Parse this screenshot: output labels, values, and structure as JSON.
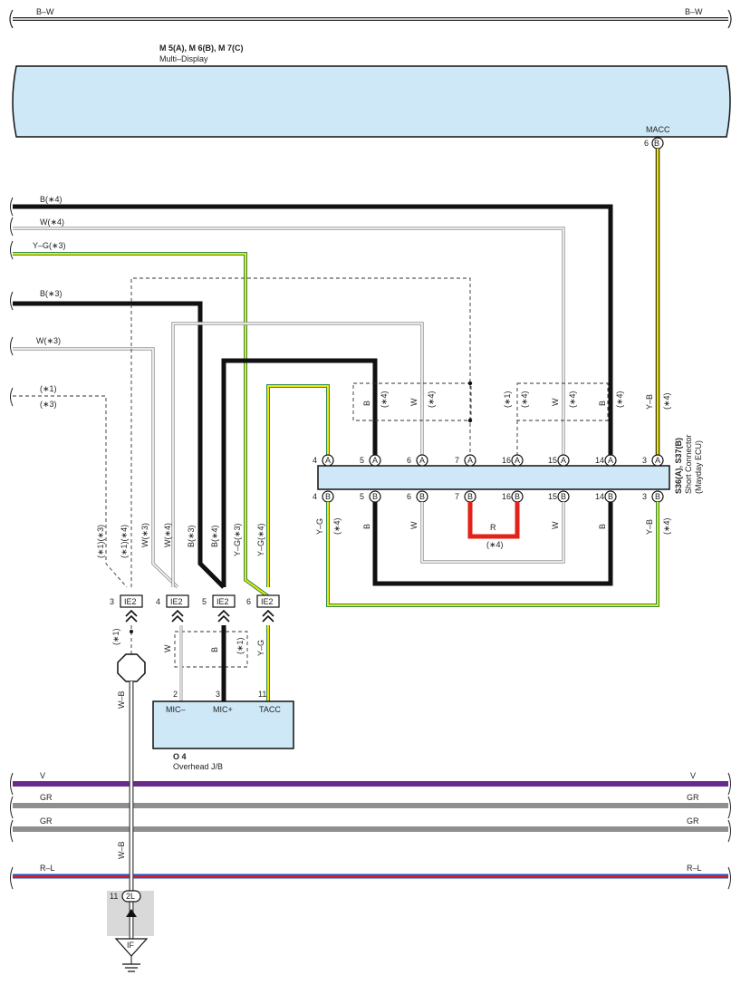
{
  "bus_top": {
    "label": "B–W"
  },
  "multi_display": {
    "code": "M 5(A), M 6(B), M 7(C)",
    "name": "Multi–Display",
    "pin_label": "MACC",
    "pin_no": "6",
    "pin_conn": "B"
  },
  "wires_left": {
    "b4": "B(∗4)",
    "w4": "W(∗4)",
    "yg3": "Y–G(∗3)",
    "b3": "B(∗3)",
    "w3": "W(∗3)",
    "n1": "(∗1)",
    "n3": "(∗3)"
  },
  "short_connector": {
    "code": "S36(A), S37(B)",
    "name": "Short Connector",
    "sub": "(Mayday ECU)",
    "pins": [
      "4",
      "5",
      "6",
      "7",
      "16",
      "15",
      "14",
      "3"
    ],
    "top_conn": "A",
    "bot_conn": "B"
  },
  "top_labels": {
    "b": "B",
    "w": "W",
    "s4": "(∗4)",
    "s1": "(∗1)",
    "yb": "Y–B"
  },
  "bottom_labels": {
    "yg": "Y–G",
    "b": "B",
    "w": "W",
    "r": "R",
    "yb": "Y–B",
    "s4": "(∗4)"
  },
  "vert_labels": {
    "s13": "(∗1)(∗3)",
    "s14": "(∗1)(∗4)",
    "w3": "W(∗3)",
    "w4": "W(∗4)",
    "b3": "B(∗3)",
    "b4": "B(∗4)",
    "yg3": "Y–G(∗3)",
    "yg4": "Y–G(∗4)"
  },
  "ie2": {
    "label": "IE2",
    "pins": [
      "3",
      "4",
      "5",
      "6"
    ]
  },
  "lower_labels": {
    "s1": "(∗1)",
    "w": "W",
    "b": "B",
    "yg": "Y–G",
    "wb": "W–B"
  },
  "overhead": {
    "code": "O 4",
    "name": "Overhead J/B",
    "pins": [
      "2",
      "3",
      "11"
    ],
    "labels": [
      "MIC–",
      "MIC+",
      "TACC"
    ]
  },
  "buses": [
    {
      "label": "V"
    },
    {
      "label": "GR"
    },
    {
      "label": "GR"
    },
    {
      "label": "R–L"
    }
  ],
  "ground": {
    "pin": "11",
    "conn": "2L",
    "label": "IF"
  }
}
